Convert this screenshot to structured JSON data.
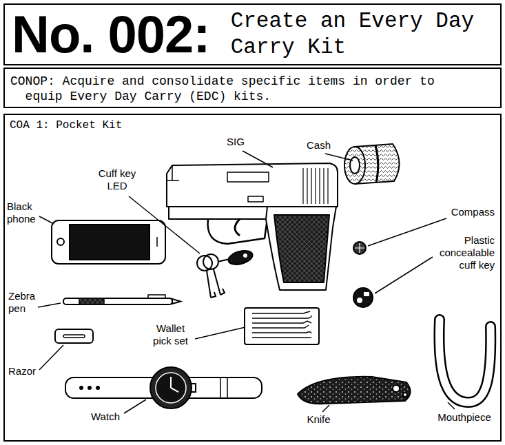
{
  "diagram": {
    "nodes": [
      {
        "text": [
          "No. 002:",
          "Create an Every Day Carry Kit"
        ]
      },
      {
        "text": [
          "CONOP: Acquire and consolidate specific items in order to equip Every Day Carry (EDC) kits."
        ]
      },
      {
        "text": [
          "COA 1: Pocket Kit"
        ]
      }
    ],
    "labels": [
      "SIG",
      "Cash",
      "Cuff key LED",
      "Compass",
      "Black phone",
      "Plastic concealable cuff key",
      "Zebra pen",
      "Wallet pick set",
      "Razor",
      "Watch",
      "Knife",
      "Mouthpiece"
    ]
  }
}
